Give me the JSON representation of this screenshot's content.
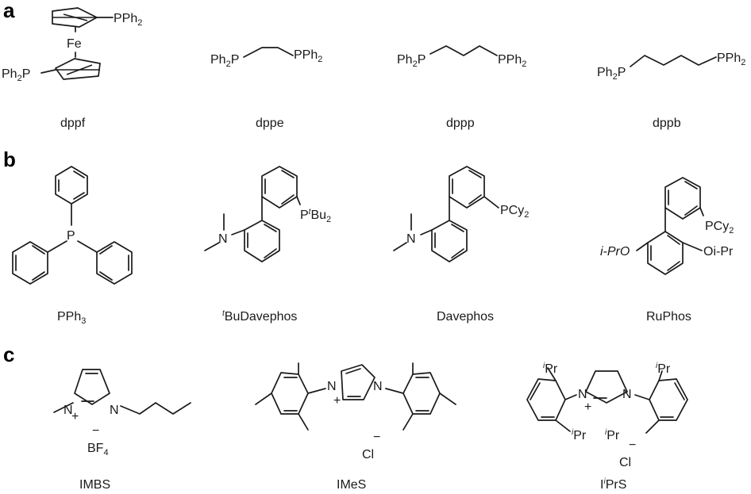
{
  "panels": {
    "a": {
      "label": "a",
      "compounds": [
        {
          "name": "dppf",
          "atoms": {
            "p_top": "PPh",
            "p_top_sub": "2",
            "fe": "Fe",
            "p_bot": "Ph",
            "p_bot_sub": "2",
            "p_bot_tail": "P"
          }
        },
        {
          "name": "dppe",
          "atoms": {
            "left": "Ph",
            "left_sub": "2",
            "left_tail": "P",
            "right": "PPh",
            "right_sub": "2"
          }
        },
        {
          "name": "dppp",
          "atoms": {
            "left": "Ph",
            "left_sub": "2",
            "left_tail": "P",
            "right": "PPh",
            "right_sub": "2"
          }
        },
        {
          "name": "dppb",
          "atoms": {
            "left": "Ph",
            "left_sub": "2",
            "left_tail": "P",
            "right": "PPh",
            "right_sub": "2"
          }
        }
      ]
    },
    "b": {
      "label": "b",
      "compounds": [
        {
          "name": "PPh",
          "name_sub": "3",
          "atoms": {
            "p": "P"
          }
        },
        {
          "name_sup": "t",
          "name": "BuDavephos",
          "atoms": {
            "n": "N",
            "p": "P",
            "p_sup": "t",
            "p_tail": "Bu",
            "p_sub": "2"
          }
        },
        {
          "name": "Davephos",
          "atoms": {
            "n": "N",
            "p": "PCy",
            "p_sub": "2"
          }
        },
        {
          "name": "RuPhos",
          "atoms": {
            "p": "PCy",
            "p_sub": "2",
            "o_left": "i-PrO",
            "o_right": "Oi-Pr"
          }
        }
      ]
    },
    "c": {
      "label": "c",
      "compounds": [
        {
          "name": "IMBS",
          "atoms": {
            "n1": "N",
            "n2": "N",
            "plus": "+",
            "anion": "BF",
            "anion_sub": "4",
            "anion_charge": "−"
          }
        },
        {
          "name": "IMeS",
          "atoms": {
            "n1": "N",
            "n2": "N",
            "plus": "+",
            "anion": "Cl",
            "anion_charge": "−"
          }
        },
        {
          "name": "I",
          "name_sup": "i",
          "name_tail": "PrS",
          "atoms": {
            "n1": "N",
            "n2": "N",
            "plus": "+",
            "ipr_sup": "i",
            "ipr": "Pr",
            "anion": "Cl",
            "anion_charge": "−"
          }
        }
      ]
    }
  }
}
